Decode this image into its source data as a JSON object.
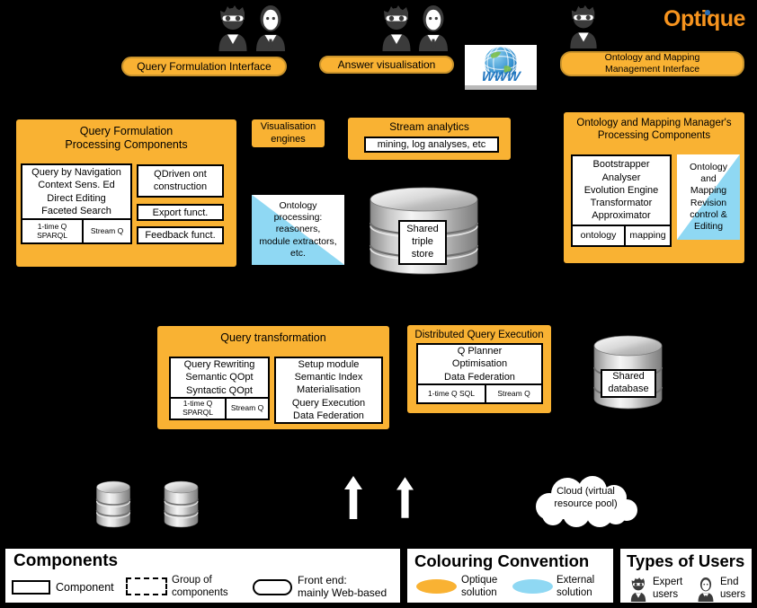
{
  "logo": {
    "text": "Optique"
  },
  "top": {
    "qfi_label": "Query Formulation Interface",
    "av_label": "Answer visualisation",
    "ommi_label": "Ontology and Mapping\nManagement Interface",
    "www_label": "WWW"
  },
  "qf": {
    "title": "Query Formulation\nProcessing Components",
    "main": "Query by Navigation\nContext Sens. Ed\nDirect Editing\nFaceted Search",
    "sub_left": "1-time Q\nSPARQL",
    "sub_right": "Stream Q",
    "qdriven": "QDriven ont\nconstruction",
    "export": "Export funct.",
    "feedback": "Feedback funct."
  },
  "mid": {
    "vis_engines": "Visualisation\nengines",
    "stream_title": "Stream analytics",
    "stream_inner": "mining, log analyses, etc",
    "ontology_processing": "Ontology\nprocessing:\nreasoners,\nmodule extractors,\netc.",
    "triple_store": "Shared\ntriple\nstore"
  },
  "omm": {
    "title": "Ontology and Mapping Manager's\nProcessing Components",
    "main": "Bootstrapper\nAnalyser\nEvolution Engine\nTransformator\nApproximator",
    "ontology": "ontology",
    "mapping": "mapping",
    "revision": "Ontology\nand\nMapping\nRevision\ncontrol &\nEditing"
  },
  "qt": {
    "title": "Query transformation",
    "left": "Query Rewriting\nSemantic QOpt\nSyntactic QOpt",
    "sub_left": "1-time Q\nSPARQL",
    "sub_right": "Stream Q",
    "right": "Setup module\nSemantic Index\nMaterialisation\nQuery Execution\nData Federation"
  },
  "dqe": {
    "title": "Distributed Query Execution",
    "main": "Q Planner\nOptimisation\nData Federation",
    "sub_left": "1-time Q SQL",
    "sub_right": "Stream Q"
  },
  "bottom": {
    "shared_db": "Shared\ndatabase",
    "cloud": "Cloud (virtual\nresource pool)"
  },
  "legend": {
    "components": {
      "title": "Components",
      "component": "Component",
      "group": "Group of\ncomponents",
      "frontend": "Front end:\nmainly Web-based"
    },
    "colouring": {
      "title": "Colouring Convention",
      "optique": "Optique\nsolution",
      "external": "External\nsolution"
    },
    "users": {
      "title": "Types of Users",
      "expert": "Expert\nusers",
      "end": "End\nusers"
    }
  },
  "colors": {
    "optique_orange": "#F9B233",
    "external_blue": "#8FD8F3",
    "background": "#000000"
  }
}
